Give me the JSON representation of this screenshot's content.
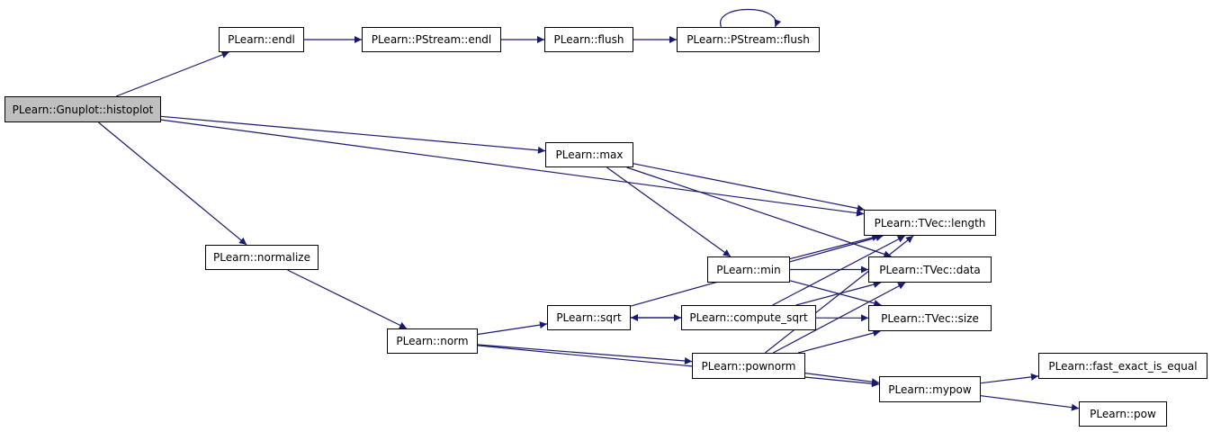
{
  "graph": {
    "edge_color": "#191970",
    "root_fill": "#bfbfbf",
    "nodes": {
      "histoplot": "PLearn::Gnuplot::histoplot",
      "endl": "PLearn::endl",
      "pstream_endl": "PLearn::PStream::endl",
      "flush": "PLearn::flush",
      "pstream_flush": "PLearn::PStream::flush",
      "max": "PLearn::max",
      "length": "PLearn::TVec::length",
      "normalize": "PLearn::normalize",
      "min": "PLearn::min",
      "data": "PLearn::TVec::data",
      "sqrt": "PLearn::sqrt",
      "compute_sqrt": "PLearn::compute_sqrt",
      "size": "PLearn::TVec::size",
      "norm": "PLearn::norm",
      "pownorm": "PLearn::pownorm",
      "mypow": "PLearn::mypow",
      "fast_exact_is_equal": "PLearn::fast_exact_is_equal",
      "pow": "PLearn::pow"
    },
    "edges": [
      [
        "histoplot",
        "endl"
      ],
      [
        "histoplot",
        "length"
      ],
      [
        "histoplot",
        "max"
      ],
      [
        "histoplot",
        "normalize"
      ],
      [
        "endl",
        "pstream_endl"
      ],
      [
        "pstream_endl",
        "flush"
      ],
      [
        "flush",
        "pstream_flush"
      ],
      [
        "pstream_flush",
        "pstream_flush"
      ],
      [
        "max",
        "length"
      ],
      [
        "max",
        "data"
      ],
      [
        "max",
        "min"
      ],
      [
        "normalize",
        "norm"
      ],
      [
        "norm",
        "sqrt"
      ],
      [
        "norm",
        "pownorm"
      ],
      [
        "norm",
        "mypow"
      ],
      [
        "sqrt",
        "length"
      ],
      [
        "sqrt",
        "compute_sqrt"
      ],
      [
        "compute_sqrt",
        "sqrt"
      ],
      [
        "compute_sqrt",
        "length"
      ],
      [
        "compute_sqrt",
        "data"
      ],
      [
        "compute_sqrt",
        "size"
      ],
      [
        "min",
        "length"
      ],
      [
        "min",
        "data"
      ],
      [
        "min",
        "size"
      ],
      [
        "pownorm",
        "length"
      ],
      [
        "pownorm",
        "data"
      ],
      [
        "pownorm",
        "size"
      ],
      [
        "pownorm",
        "mypow"
      ],
      [
        "mypow",
        "fast_exact_is_equal"
      ],
      [
        "mypow",
        "pow"
      ]
    ]
  }
}
